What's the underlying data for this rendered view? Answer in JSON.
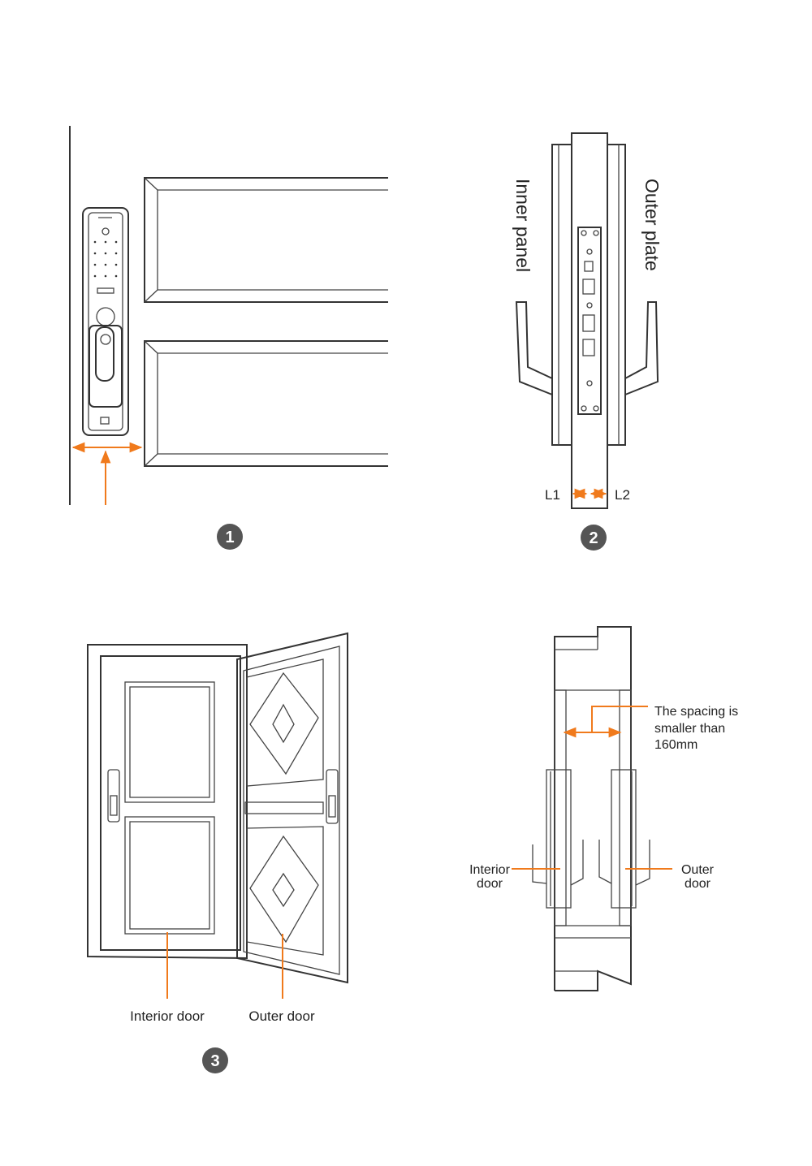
{
  "accent_color": "#f07a1c",
  "line_color": "#333333",
  "badges": [
    "1",
    "2",
    "3"
  ],
  "figure2": {
    "inner_panel_label": "Inner panel",
    "outer_plate_label": "Outer plate",
    "l1_label": "L1",
    "l2_label": "L2"
  },
  "figure3": {
    "interior_door_label": "Interior door",
    "outer_door_label": "Outer door"
  },
  "figure4": {
    "spacing_note": [
      "The spacing is",
      "smaller than",
      "160mm"
    ],
    "interior_label": [
      "Interior",
      "door"
    ],
    "outer_label": [
      "Outer",
      "door"
    ]
  }
}
